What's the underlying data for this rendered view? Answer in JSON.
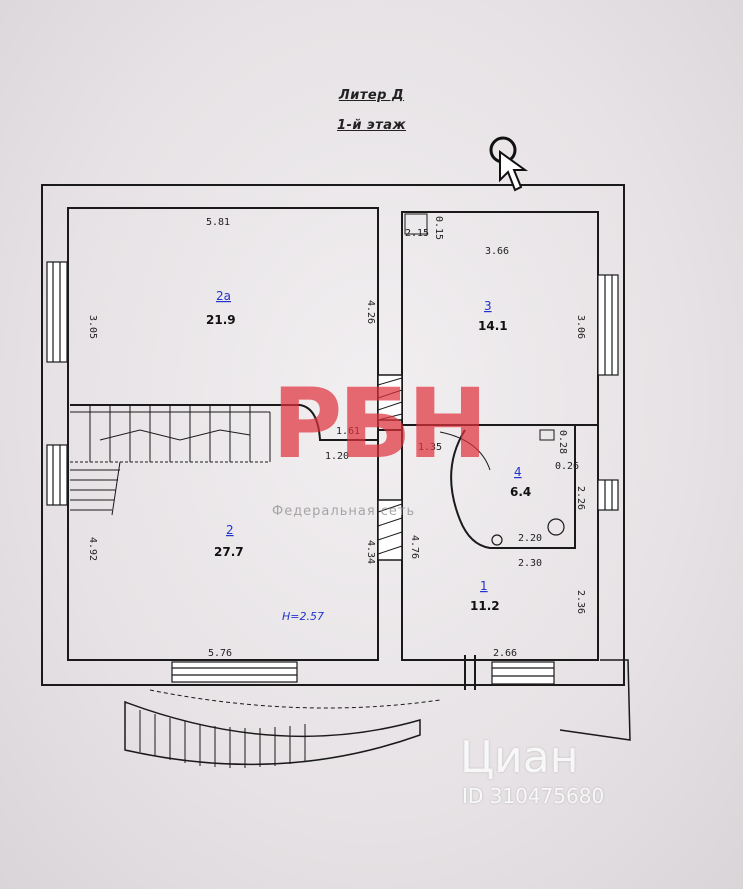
{
  "header": {
    "title": "Литер Д",
    "subtitle": "1-й этаж"
  },
  "rooms": [
    {
      "id": "r2a",
      "number": "2а",
      "area": "21.9"
    },
    {
      "id": "r3",
      "number": "3",
      "area": "14.1"
    },
    {
      "id": "r4",
      "number": "4",
      "area": "6.4"
    },
    {
      "id": "r2",
      "number": "2",
      "area": "27.7"
    },
    {
      "id": "r1",
      "number": "1",
      "area": "11.2"
    }
  ],
  "height_label": "H=2.57",
  "dimensions": {
    "r2a_top": "5.81",
    "r2a_left": "3.05",
    "r2a_right": "4.26",
    "r3_top": "3.66",
    "r3_right": "3.06",
    "r3_corner_a": "2.15",
    "r3_corner_b": "0.15",
    "door_a": "1.61",
    "door_b": "1.20",
    "door_c": "1.35",
    "r4_a": "0.28",
    "r4_b": "0.26",
    "r4_c": "2.26",
    "r4_d": "2.20",
    "r1_top": "2.30",
    "r1_right": "2.36",
    "r1_bottom": "2.66",
    "r1_left": "4.76",
    "r2_left": "4.92",
    "r2_right": "4.34",
    "r2_bottom": "5.76"
  },
  "watermarks": {
    "rbn_logo": "РБН",
    "rbn_sub": "Федеральная сеть",
    "cian_logo": "Циан",
    "cian_id": "ID 310475680"
  },
  "colors": {
    "wall": "#1a1a1a",
    "rbn": "#e0303a",
    "cian": "#ffffff"
  }
}
